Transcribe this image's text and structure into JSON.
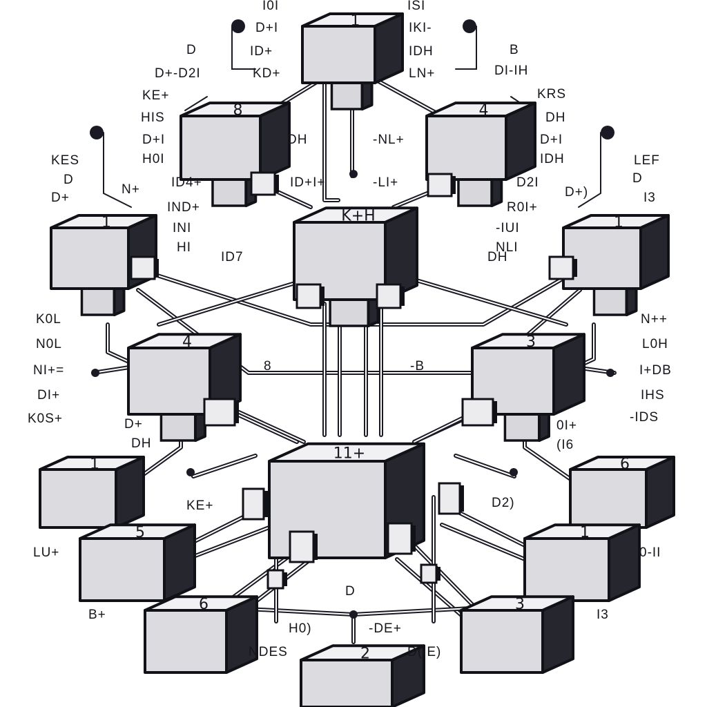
{
  "nodes": [
    {
      "label": "1"
    },
    {
      "label": "8"
    },
    {
      "label": "4"
    },
    {
      "label": "K+H"
    },
    {
      "label": "1"
    },
    {
      "label": "1"
    },
    {
      "label": "4"
    },
    {
      "label": "3"
    },
    {
      "label": "11+"
    },
    {
      "label": "1"
    },
    {
      "label": "6"
    },
    {
      "label": "5"
    },
    {
      "label": "1"
    },
    {
      "label": "6"
    },
    {
      "label": "3"
    },
    {
      "label": "2"
    }
  ],
  "labels": [
    "I0I",
    "ISI",
    "D+I",
    "IKI-",
    "D",
    "ID+",
    "IDH",
    "B",
    "D+-D2I",
    "KD+",
    "LN+",
    "DI-IH",
    "KE+",
    "KRS",
    "HIS",
    "DH",
    "D+I",
    "-NL+",
    "DH",
    "D+I",
    "H0I",
    "IDH",
    "KES",
    "LEF",
    "D",
    "D",
    "D+",
    "N+",
    "ID4+",
    "ID+I+",
    "-LI+",
    "D2I",
    "D+)",
    "I3",
    "IND+",
    "R0I+",
    "INI",
    "-IUI",
    "HI",
    "NLI",
    "ID7",
    "DH",
    "K0L",
    "N++",
    "N0L",
    "L0H",
    "NI+=",
    "8",
    "-B",
    "I+DB",
    "DI+",
    "IHS",
    "K0S+",
    "D+",
    "-IDS",
    "DH",
    "0I+",
    "(I6",
    "KE+",
    "D2)",
    "LU+",
    "0-II",
    "B+",
    "I3",
    "D",
    "H0)",
    "-DE+",
    "NDES",
    "D(IE)"
  ]
}
